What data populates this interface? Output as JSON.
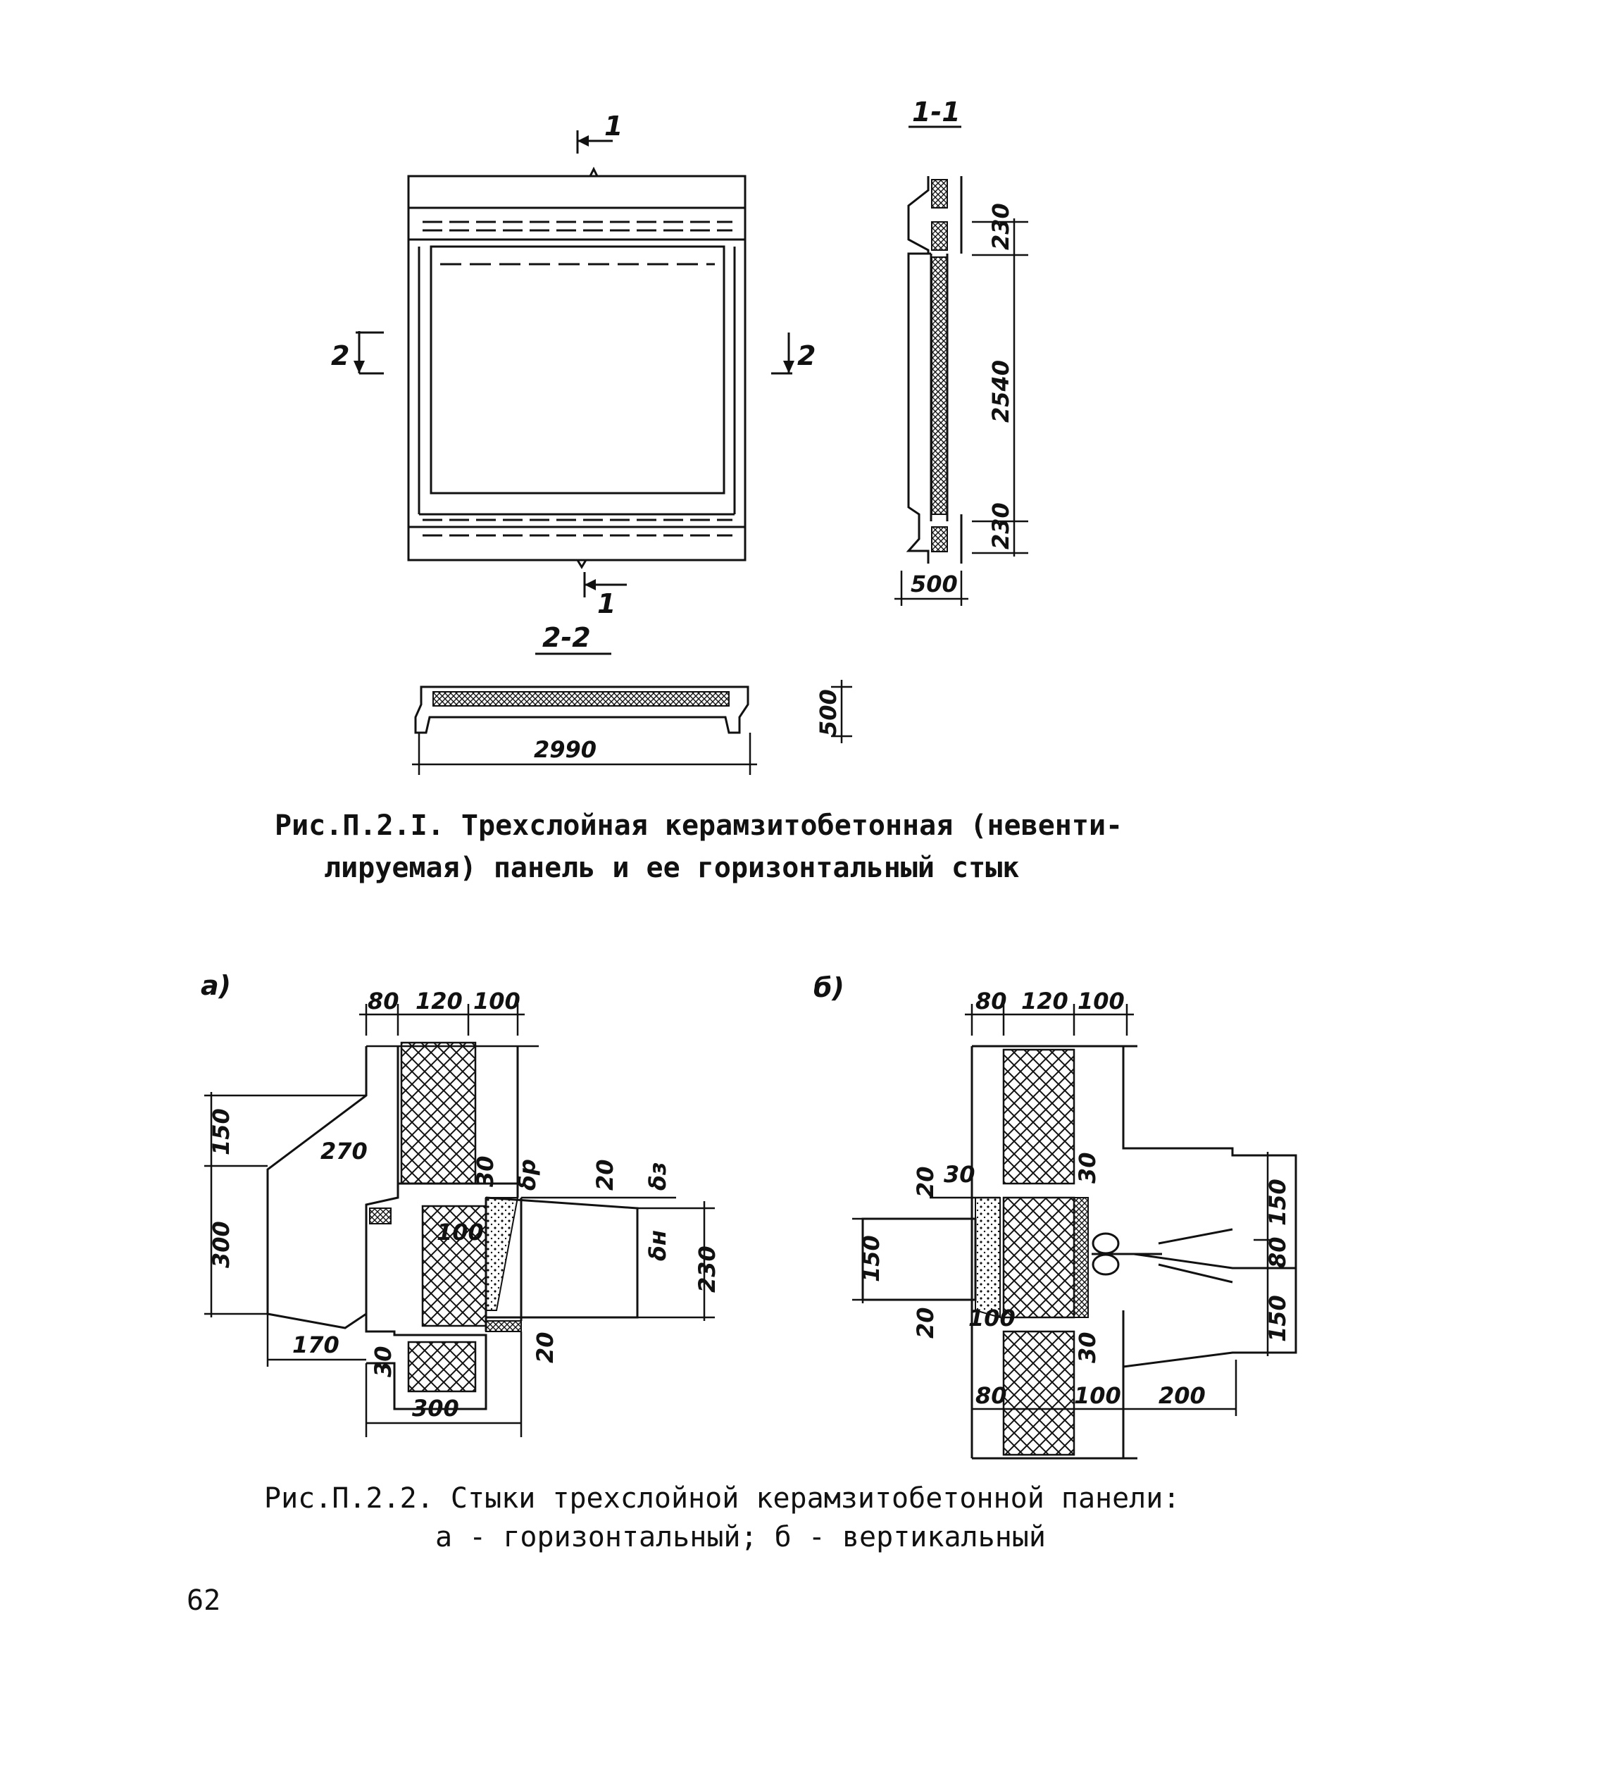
{
  "fig1": {
    "caption_line1": "Рис.П.2.I. Трехслойная керамзитобетонная (невенти-",
    "caption_line2": "лируемая) панель и ее горизонтальный стык",
    "section_1_1": "1-1",
    "section_2_2": "2-2",
    "cut_mark_1": "1",
    "cut_mark_2": "2",
    "dim_2990": "2990",
    "dim_500_bottom": "500",
    "dim_500_side": "500",
    "dim_2540": "2540",
    "dim_230_top": "230",
    "dim_230_bot": "230"
  },
  "fig2": {
    "caption_line1": "Рис.П.2.2. Стыки трехслойной керамзитобетонной панели:",
    "caption_line2": "а - горизонтальный; б - вертикальный",
    "label_a": "а)",
    "label_b": "б)",
    "a": {
      "d80": "80",
      "d120": "120",
      "d100": "100",
      "d150": "150",
      "d300": "300",
      "d270": "270",
      "d170": "170",
      "d30a": "30",
      "d20a": "20",
      "d100i": "100",
      "d230": "230",
      "d20b": "20",
      "d30b": "30",
      "d300b": "300",
      "delta_p": "δр",
      "delta_s": "δз",
      "delta_n": "δн"
    },
    "b": {
      "d80": "80",
      "d120": "120",
      "d100": "100",
      "d20a": "20",
      "d30a": "30",
      "d150l": "150",
      "d20b": "20",
      "d100i": "100",
      "d30r": "30",
      "d30r2": "30",
      "d150a": "150",
      "d80r": "80",
      "d150b": "150",
      "d80bot": "80",
      "d100bot": "100",
      "d200": "200"
    }
  },
  "page_number": "62"
}
